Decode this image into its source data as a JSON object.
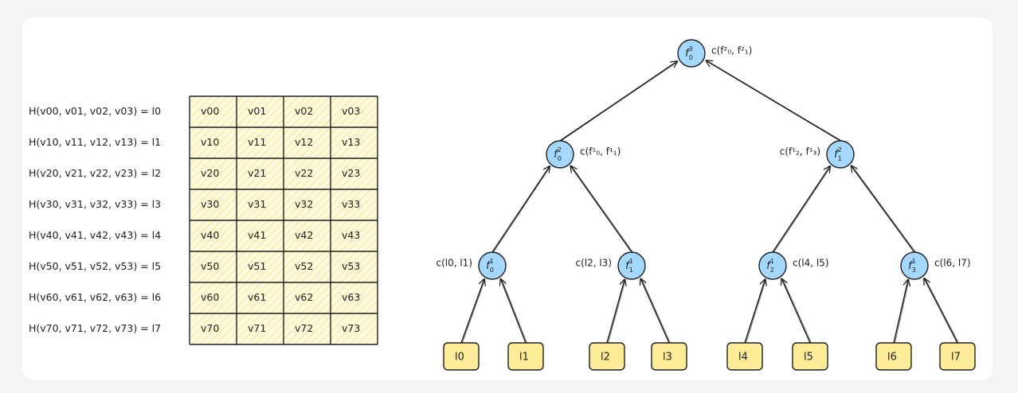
{
  "colors": {
    "background": "#f4f4f6",
    "canvas": "#ffffff",
    "stroke": "#1e1e1e",
    "node_fill": "#a5d8ff",
    "leaf_fill": "#ffec99",
    "table_fill": "#fff9db",
    "table_hatch": "#f1e3a0"
  },
  "hash_rows": [
    {
      "label": "H(v00, v01, v02, v03) = l0",
      "cells": [
        "v00",
        "v01",
        "v02",
        "v03"
      ]
    },
    {
      "label": "H(v10, v11, v12, v13) = l1",
      "cells": [
        "v10",
        "v11",
        "v12",
        "v13"
      ]
    },
    {
      "label": "H(v20, v21, v22, v23) = l2",
      "cells": [
        "v20",
        "v21",
        "v22",
        "v23"
      ]
    },
    {
      "label": "H(v30, v31, v32, v33) = l3",
      "cells": [
        "v30",
        "v31",
        "v32",
        "v33"
      ]
    },
    {
      "label": "H(v40, v41, v42, v43) = l4",
      "cells": [
        "v40",
        "v41",
        "v42",
        "v43"
      ]
    },
    {
      "label": "H(v50, v51, v52, v53) = l5",
      "cells": [
        "v50",
        "v51",
        "v52",
        "v53"
      ]
    },
    {
      "label": "H(v60, v61, v62, v63) = l6",
      "cells": [
        "v60",
        "v61",
        "v62",
        "v63"
      ]
    },
    {
      "label": "H(v70, v71, v72, v73) = l7",
      "cells": [
        "v70",
        "v71",
        "v72",
        "v73"
      ]
    }
  ],
  "tree": {
    "root": {
      "id": "f3_0",
      "symbol": "f",
      "sup": "3",
      "sub": "0",
      "caption": "c(f²₀, f²₁)"
    },
    "level2": [
      {
        "id": "f2_0",
        "symbol": "f",
        "sup": "2",
        "sub": "0",
        "caption": "c(f¹₀, f¹₁)"
      },
      {
        "id": "f2_1",
        "symbol": "f",
        "sup": "2",
        "sub": "1",
        "caption": "c(f¹₂, f¹₃)"
      }
    ],
    "level1": [
      {
        "id": "f1_0",
        "symbol": "f",
        "sup": "1",
        "sub": "0",
        "caption": "c(l0, l1)"
      },
      {
        "id": "f1_1",
        "symbol": "f",
        "sup": "1",
        "sub": "1",
        "caption": "c(l2, l3)"
      },
      {
        "id": "f1_2",
        "symbol": "f",
        "sup": "1",
        "sub": "2",
        "caption": "c(l4, l5)"
      },
      {
        "id": "f1_3",
        "symbol": "f",
        "sup": "1",
        "sub": "3",
        "caption": "c(l6, l7)"
      }
    ],
    "leaves": [
      "l0",
      "l1",
      "l2",
      "l3",
      "l4",
      "l5",
      "l6",
      "l7"
    ]
  }
}
